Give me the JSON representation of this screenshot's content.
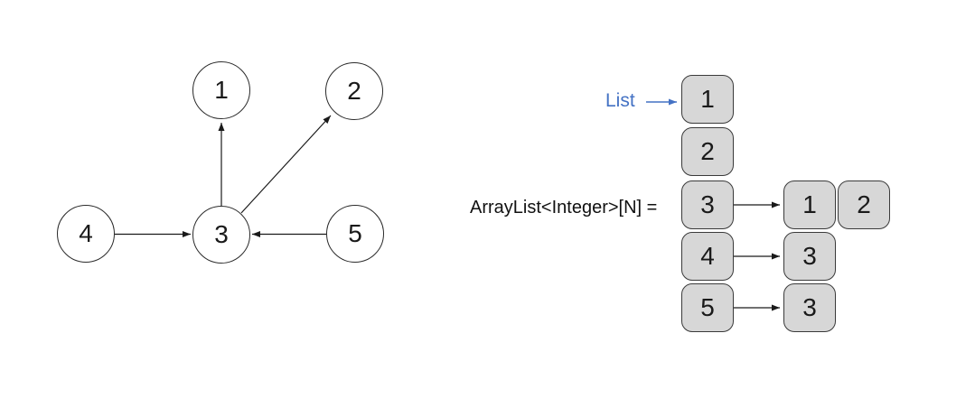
{
  "graph": {
    "nodes": [
      {
        "label": "1"
      },
      {
        "label": "2"
      },
      {
        "label": "3"
      },
      {
        "label": "4"
      },
      {
        "label": "5"
      }
    ],
    "edges": [
      {
        "from": "3",
        "to": "1"
      },
      {
        "from": "3",
        "to": "2"
      },
      {
        "from": "4",
        "to": "3"
      },
      {
        "from": "5",
        "to": "3"
      }
    ]
  },
  "adjacency_list": {
    "pointer_label": "List",
    "expression": "ArrayList<Integer>[N] =",
    "index_column": [
      "1",
      "2",
      "3",
      "4",
      "5"
    ],
    "rows": [
      {
        "index": "3",
        "neighbors": [
          "1",
          "2"
        ]
      },
      {
        "index": "4",
        "neighbors": [
          "3"
        ]
      },
      {
        "index": "5",
        "neighbors": [
          "3"
        ]
      }
    ]
  },
  "colors": {
    "background": "#ffffff",
    "box_fill": "#d7d7d7",
    "box_border": "#3a3a3a",
    "node_fill": "#ffffff",
    "node_border": "#2b2b2b",
    "arrow_black": "#1a1a1a",
    "pointer_blue": "#4472c4"
  }
}
